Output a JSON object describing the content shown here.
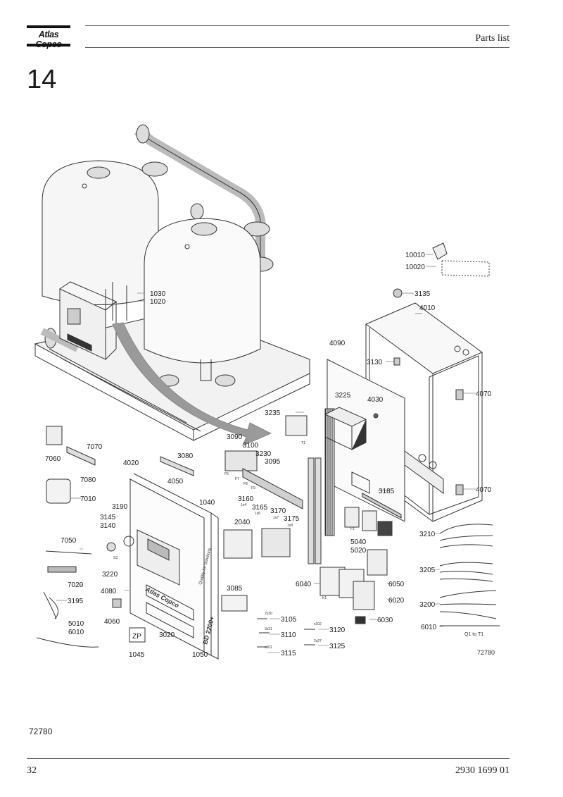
{
  "header": {
    "logo_text": "Atlas Copco",
    "title": "Parts list"
  },
  "section_number": "14",
  "diagram": {
    "labels": [
      "10010",
      "10020",
      "3135",
      "4010",
      "4090",
      "3130",
      "3225",
      "4030",
      "4070",
      "4070",
      "3235",
      "3090",
      "3100",
      "3230",
      "3095",
      "7070",
      "3080",
      "7060",
      "7080",
      "4020",
      "4050",
      "7010",
      "1040",
      "3190",
      "3145",
      "3140",
      "7050",
      "2040",
      "3185",
      "5040",
      "5020",
      "3220",
      "7020",
      "3085",
      "4080",
      "3195",
      "4060",
      "6040",
      "6050",
      "6020",
      "6030",
      "5010",
      "6010",
      "3105",
      "3110",
      "3115",
      "3120",
      "3125",
      "1045",
      "3020",
      "1050",
      "3210",
      "3205",
      "3200",
      "6010",
      "3160",
      "3165",
      "3170",
      "3175",
      "1030",
      "1020"
    ],
    "small_labels": {
      "t1_a": "T1",
      "t1_b": "K1",
      "f1": "F1",
      "s3": "S3",
      "f6": "F6",
      "f7": "F7",
      "f8": "F8",
      "f9": "F9",
      "x4": "1x4",
      "x6": "1x6",
      "x7": "1x7",
      "x8": "1x8",
      "x30": "2x30",
      "x31": "3x31",
      "x101": "x101",
      "x102": "x102",
      "x27": "2x27",
      "zp": "ZP",
      "q1": "Q1 to T1",
      "panel_brand": "Atlas Copco",
      "panel_model": "BD 2200+",
      "panel_tagline": "Quality Air Solutions"
    },
    "figure_ref_inline": "72780"
  },
  "footer": {
    "figure_ref": "72780",
    "page_number": "32",
    "document_number": "2930 1699 01"
  }
}
